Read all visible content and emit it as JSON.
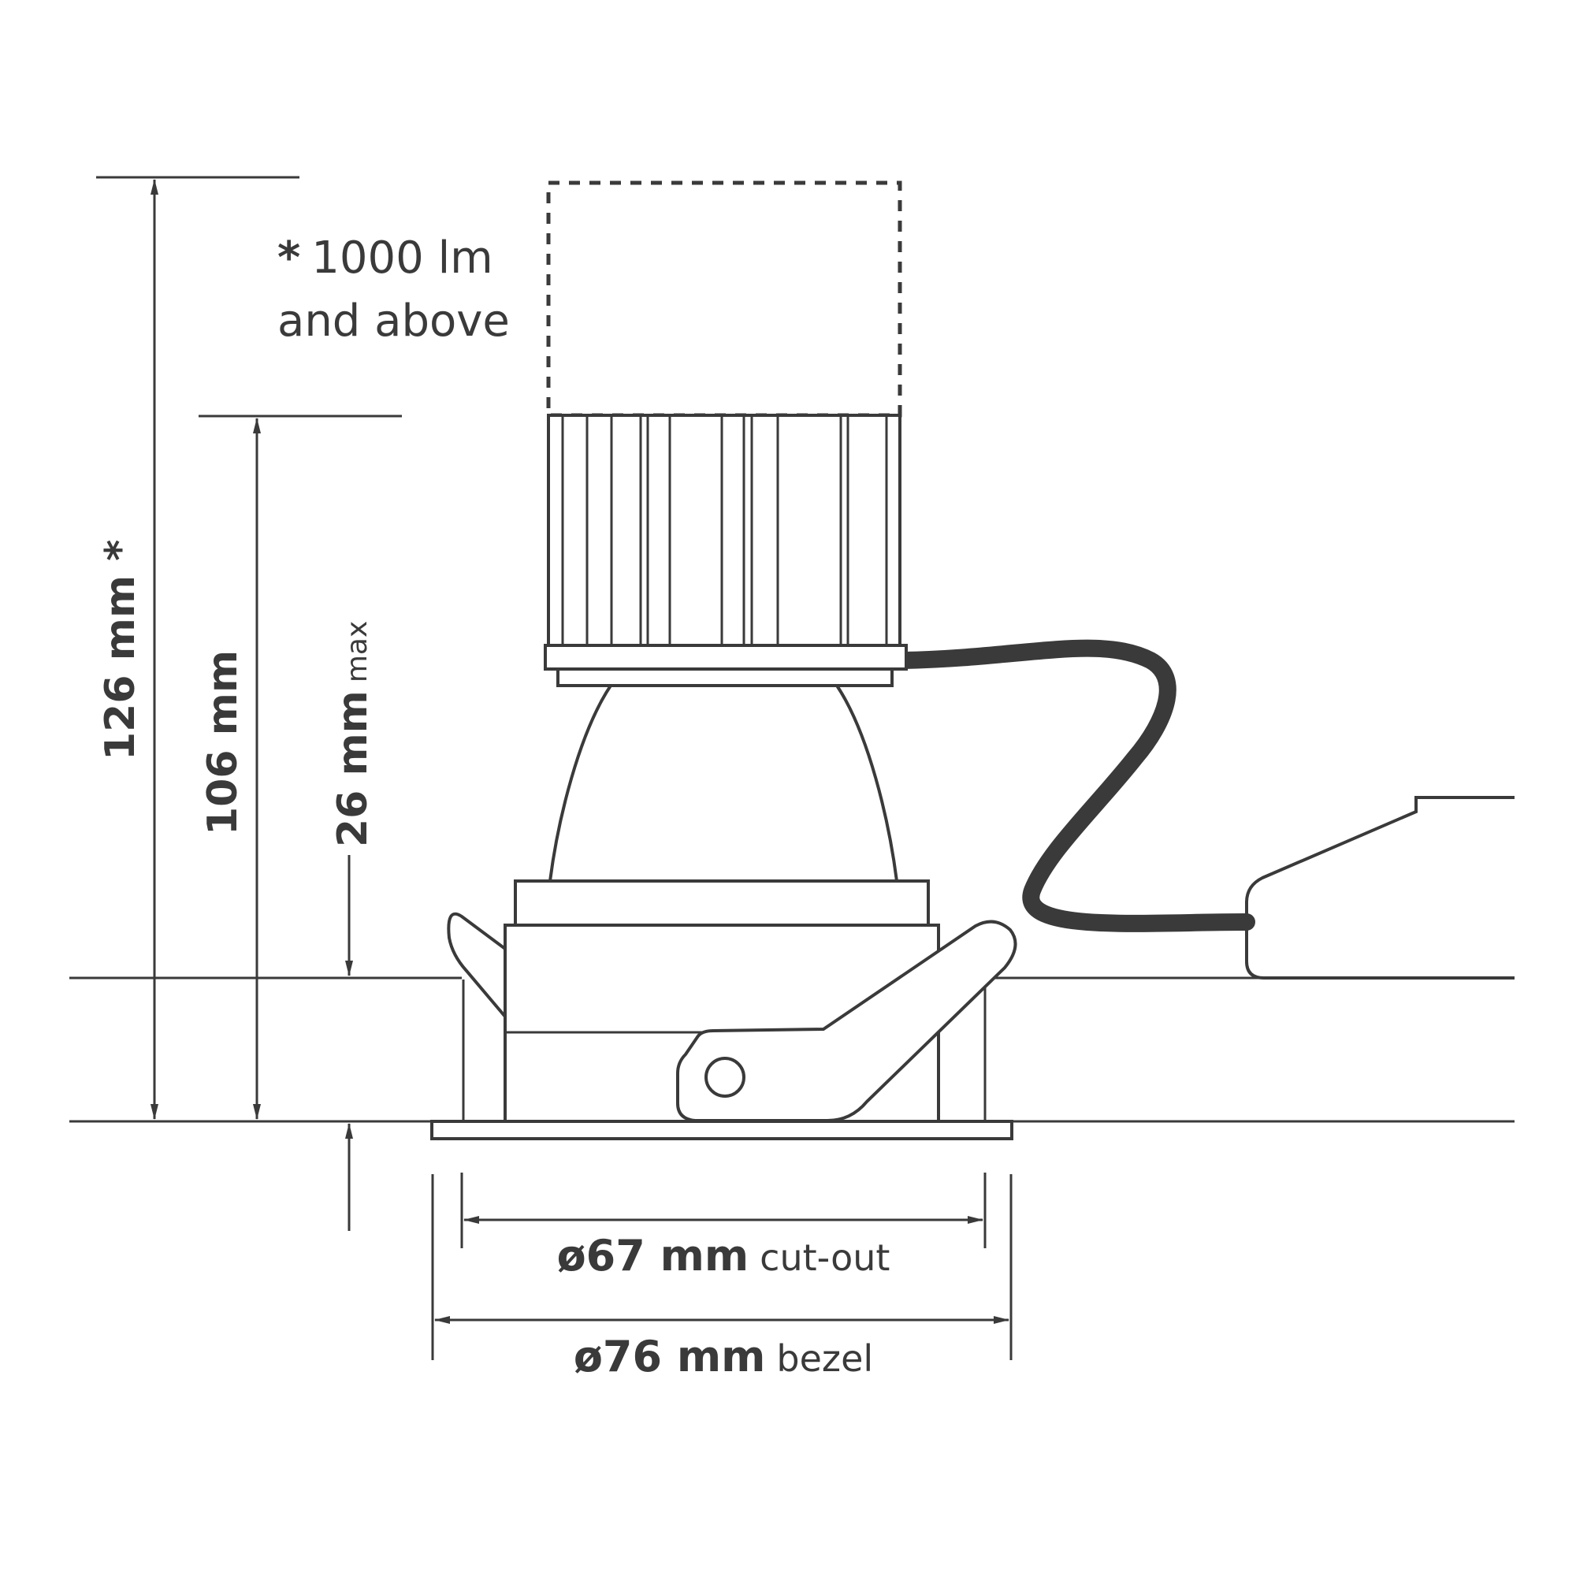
{
  "note": {
    "line1_star": "*",
    "line1_text": "1000 lm",
    "line2": "and above"
  },
  "dimensions": {
    "height_total": {
      "value": "126 mm",
      "suffix": " *"
    },
    "height_standard": {
      "value": "106 mm"
    },
    "height_ceiling": {
      "value": "26 mm",
      "suffix": "max"
    },
    "diameter_cutout": {
      "value": "ø67 mm",
      "suffix": "cut-out"
    },
    "diameter_bezel": {
      "value": "ø76 mm",
      "suffix": "bezel"
    }
  },
  "colors": {
    "line": "#3a3a3a",
    "cable": "#3a3a3a",
    "background": "#ffffff"
  }
}
